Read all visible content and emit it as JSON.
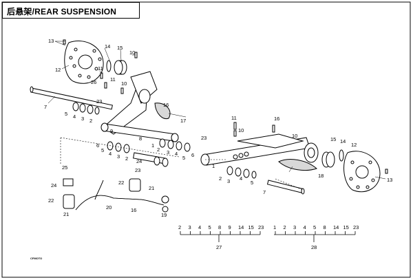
{
  "title": "后悬架/REAR SUSPENSION",
  "callouts": {
    "c1": "13",
    "c2": "14",
    "c3": "15",
    "c4": "10",
    "c5": "12",
    "c6": "11",
    "c7": "26",
    "c8": "11",
    "c9": "10",
    "c10": "7",
    "c11": "5",
    "c12": "4",
    "c13": "3",
    "c14": "2",
    "c15": "23",
    "c16": "16",
    "c17": "17",
    "c18": "9",
    "c19": "6",
    "c20": "5",
    "c21": "4",
    "c22": "3",
    "c23": "2",
    "c24": "8",
    "c25": "1",
    "c26": "2",
    "c27": "3",
    "c28": "4",
    "c29": "5",
    "c30": "6",
    "c31": "24",
    "c32": "25",
    "c33": "23",
    "c34": "24",
    "c35": "22",
    "c36": "21",
    "c37": "20",
    "c38": "21",
    "c39": "22",
    "c40": "16",
    "c41": "19",
    "c42": "11",
    "c43": "10",
    "c44": "16",
    "c45": "10",
    "c46": "23",
    "c47": "1",
    "c48": "2",
    "c49": "3",
    "c50": "4",
    "c51": "5",
    "c52": "7",
    "c53": "18",
    "c54": "15",
    "c55": "14",
    "c56": "12",
    "c57": "13"
  },
  "group27": {
    "items": [
      "2",
      "3",
      "4",
      "5",
      "8",
      "9",
      "14",
      "15",
      "23"
    ],
    "label": "27"
  },
  "group28": {
    "items": [
      "1",
      "2",
      "3",
      "4",
      "5",
      "8",
      "14",
      "15",
      "23"
    ],
    "label": "28"
  },
  "logo_text": "CFMOTO"
}
